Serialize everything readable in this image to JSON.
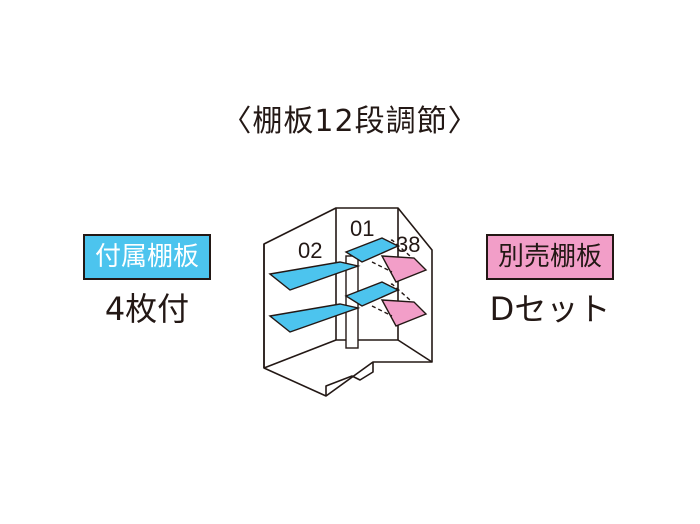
{
  "title": "〈棚板12段調節〉",
  "left_badge": {
    "label": "付属棚板",
    "color": "#4cc4ee"
  },
  "left_caption": "4枚付",
  "right_badge": {
    "label": "別売棚板",
    "color": "#f29ec8"
  },
  "right_caption": "Dセット",
  "diagram": {
    "section_labels": [
      "02",
      "01",
      "38"
    ],
    "included_shelf_color": "#4cc4ee",
    "optional_shelf_color": "#f29ec8"
  }
}
